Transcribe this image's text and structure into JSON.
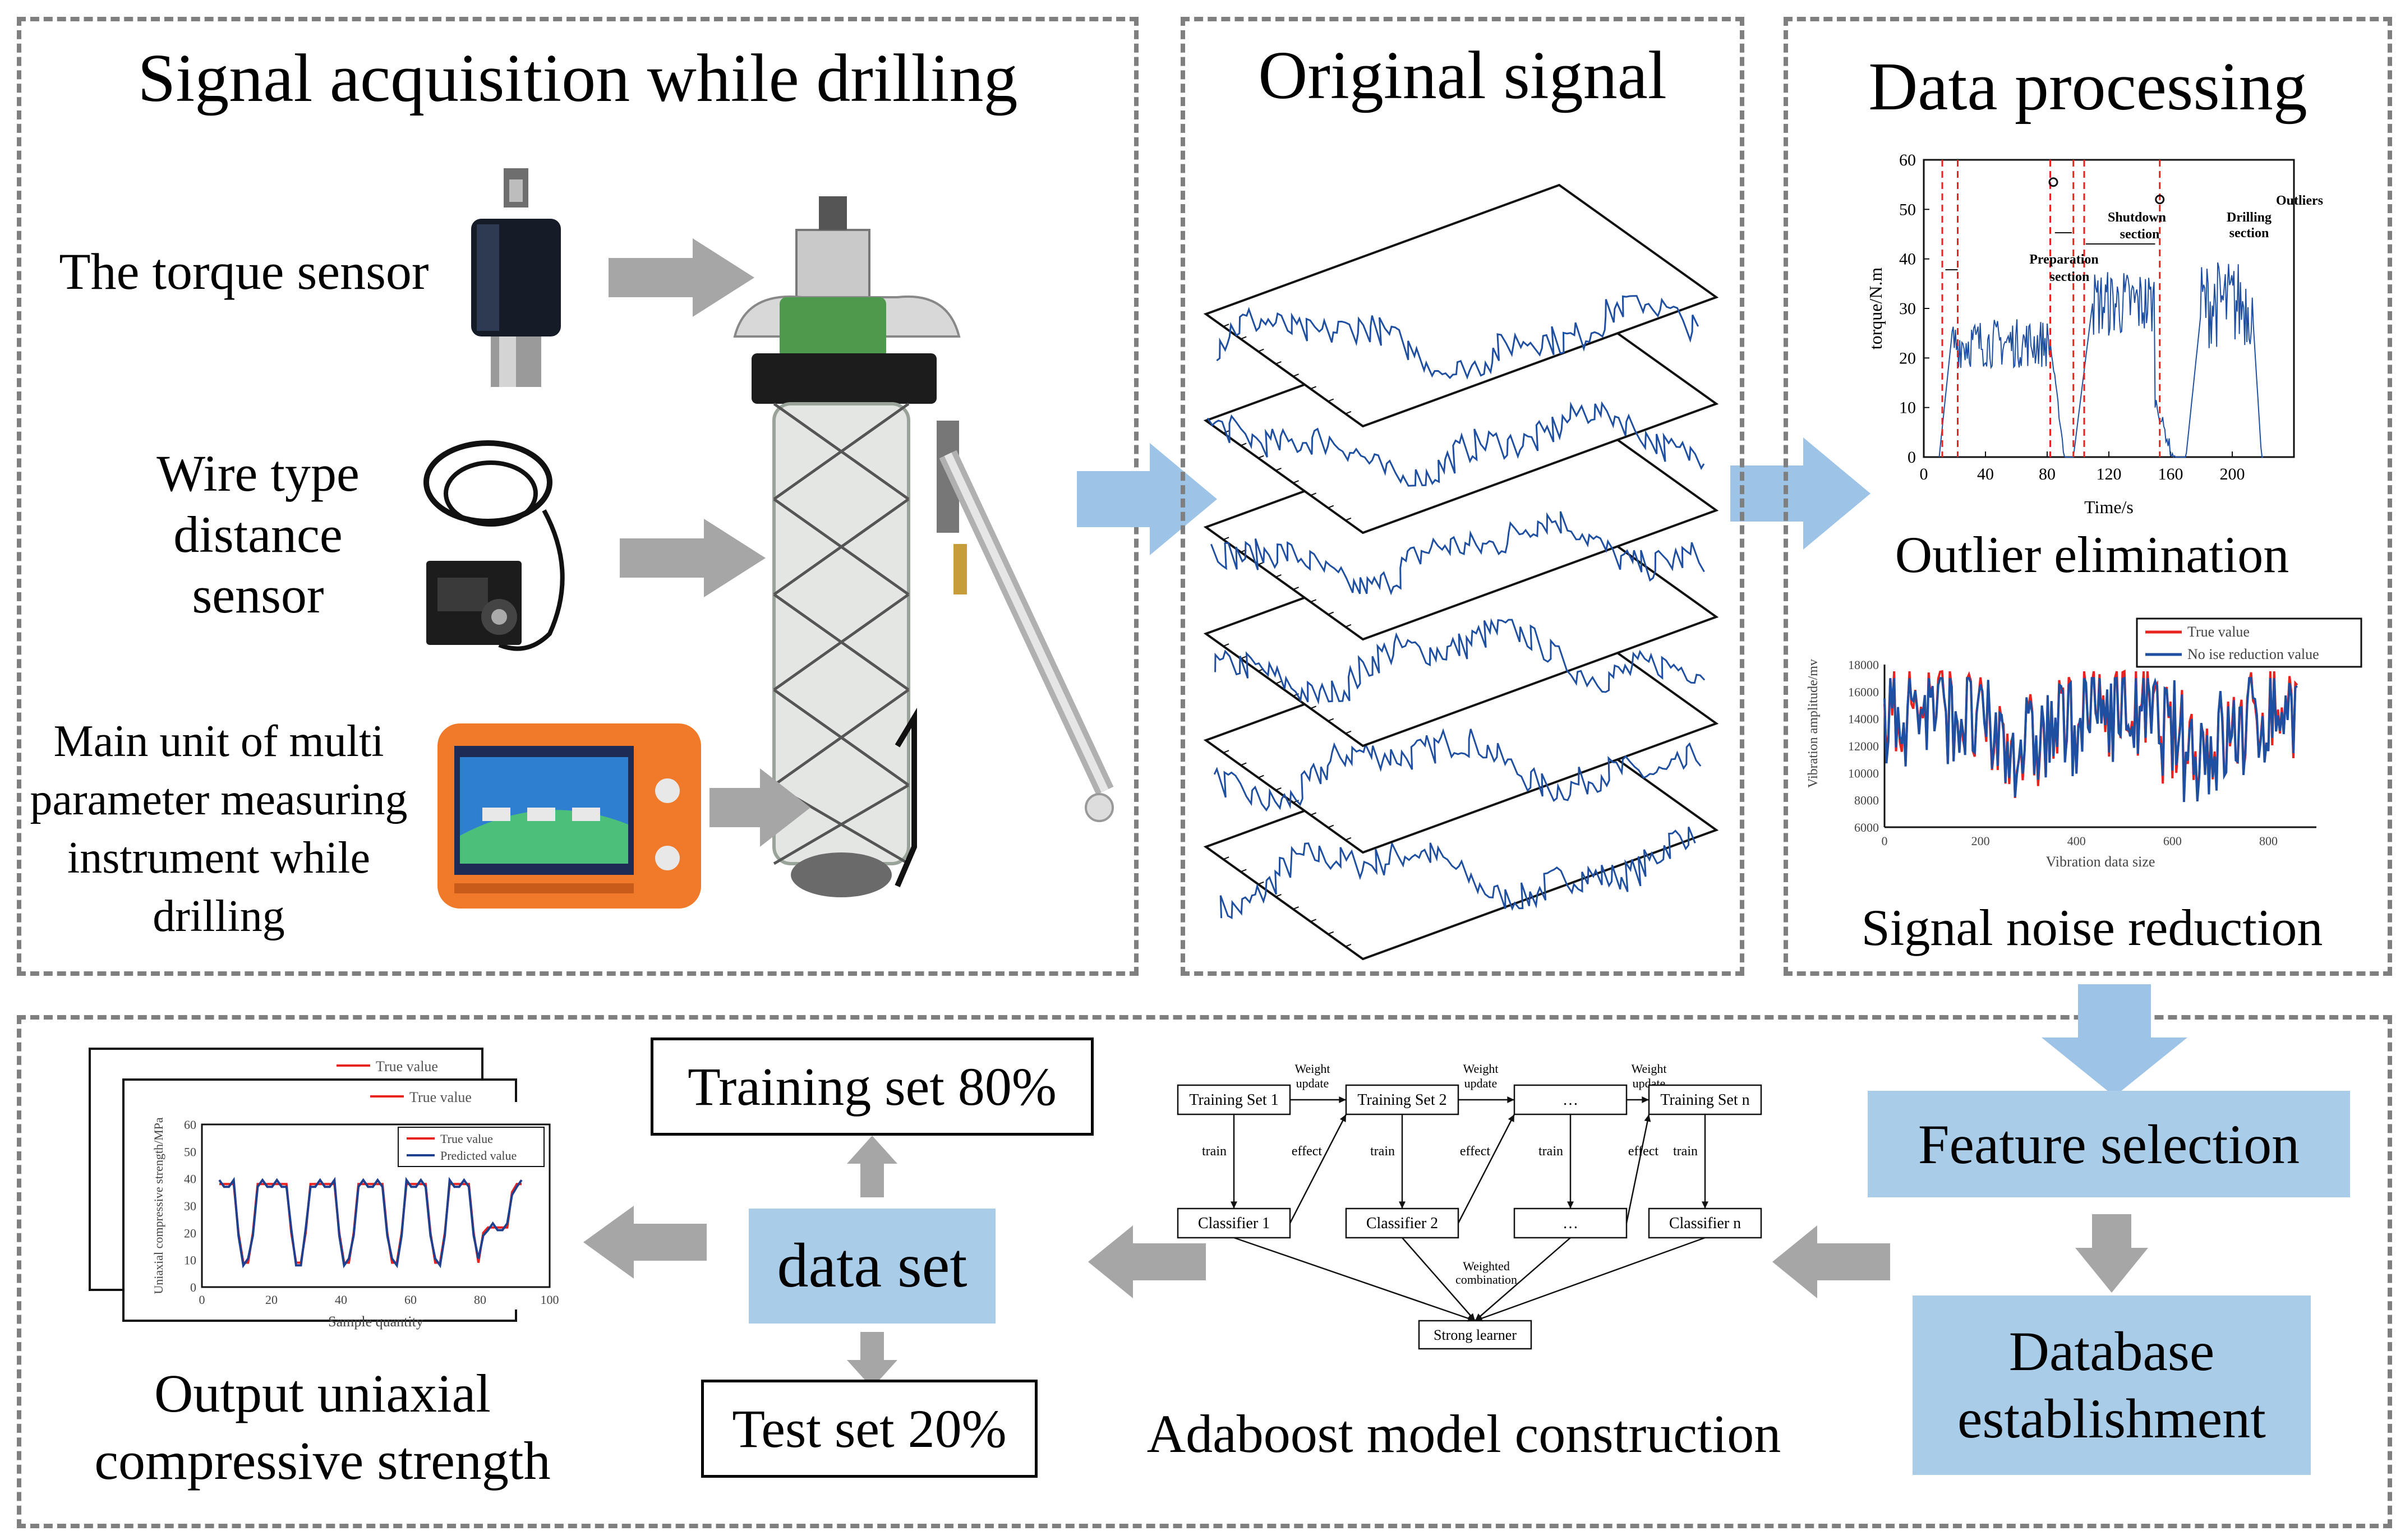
{
  "panels": {
    "acquisition": {
      "title": "Signal acquisition while drilling",
      "torque_sensor": "The torque sensor",
      "wire_sensor": [
        "Wire type",
        "distance",
        "sensor"
      ],
      "main_unit": [
        "Main unit of multi",
        "parameter measuring",
        "instrument while",
        "drilling"
      ]
    },
    "original": {
      "title": "Original signal"
    },
    "processing": {
      "title": "Data processing",
      "outlier_caption": "Outlier elimination",
      "noise_caption": "Signal noise reduction"
    }
  },
  "torque_chart": {
    "ylabel": "torque/N.m",
    "xlabel": "Time/s",
    "xticks": [
      "0",
      "40",
      "80",
      "120",
      "160",
      "200"
    ],
    "yticks": [
      "0",
      "10",
      "20",
      "30",
      "40",
      "50",
      "60"
    ],
    "annotations": [
      "Shutdown",
      "section",
      "Drilling",
      "section",
      "Outliers",
      "Preparation",
      "section"
    ]
  },
  "noise_chart": {
    "ylabel": "Vibration amplitude/mv",
    "xlabel": "Vibration data size",
    "xticks": [
      "0",
      "200",
      "400",
      "600",
      "800"
    ],
    "yticks": [
      "6000",
      "8000",
      "10000",
      "12000",
      "14000",
      "16000",
      "18000"
    ],
    "legend": [
      "True value",
      "No ise reduction value"
    ],
    "colors": {
      "true": "#e8231f",
      "noise": "#1f4fa0"
    }
  },
  "bottom": {
    "feature_selection": "Feature selection",
    "database": [
      "Database",
      "establishment"
    ],
    "data_set": "data set",
    "training_set": "Training set 80%",
    "test_set": "Test set 20%",
    "adaboost_caption": "Adaboost model construction",
    "output_caption": [
      "Output uniaxial",
      "compressive strength"
    ]
  },
  "adaboost": {
    "training_sets": [
      "Training Set 1",
      "Training Set 2",
      "…",
      "Training Set n"
    ],
    "classifiers": [
      "Classifier 1",
      "Classifier 2",
      "…",
      "Classifier n"
    ],
    "weight_update": [
      "Weight",
      "update"
    ],
    "train": "train",
    "effect": "effect",
    "weighted_combination": [
      "Weighted",
      "combination"
    ],
    "strong_learner": "Strong learner"
  },
  "output_chart": {
    "ylabel": "Uniaxial compressive strength/MPa",
    "xlabel": "Sample quantity",
    "xticks": [
      "0",
      "20",
      "40",
      "60",
      "80",
      "100"
    ],
    "yticks": [
      "0",
      "10",
      "20",
      "30",
      "40",
      "50",
      "60"
    ],
    "legend": [
      "True value",
      "Predicted value"
    ],
    "back_legend": "True value",
    "colors": {
      "true": "#e8231f",
      "predicted": "#1f3f8f"
    }
  },
  "colors": {
    "arrow_gray": "#a6a6a6",
    "arrow_blue": "#9dc3e6",
    "box_blue": "#a9cce8",
    "signal_blue": "#1f4fa0"
  }
}
